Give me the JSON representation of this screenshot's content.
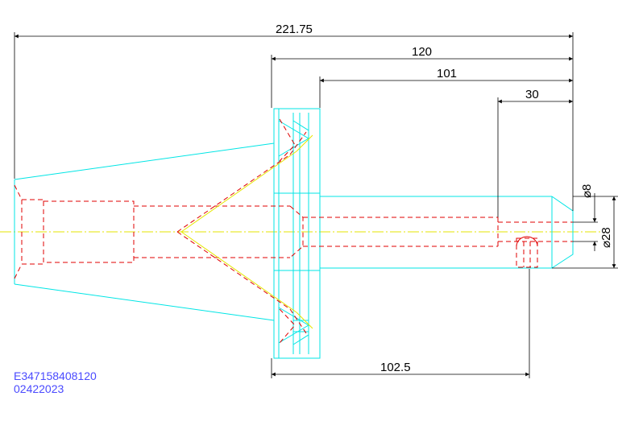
{
  "dimensions": {
    "overall_length": "221.75",
    "length_flange_to_end": "120",
    "length_body": "101",
    "length_tip": "30",
    "length_bottom": "102.5",
    "diameter_small": "⌀8",
    "diameter_large": "⌀28"
  },
  "drawing_codes": {
    "line1": "E347158408120",
    "line2": "02422023"
  },
  "colors": {
    "outline": "#00e5e5",
    "hidden": "#e00000",
    "centerline": "#e6e600",
    "dimension": "#000000",
    "code_text": "#4a4aff"
  }
}
